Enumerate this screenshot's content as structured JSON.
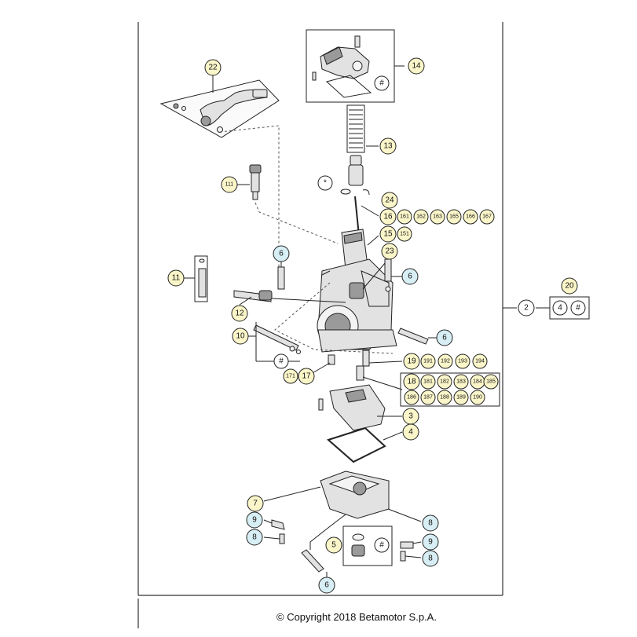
{
  "copyright": "© Copyright 2018 Betamotor S.p.A.",
  "symbols": {
    "asterisk": "*",
    "hash": "#"
  },
  "callouts": {
    "c22": "22",
    "c14": "14",
    "c13": "13",
    "c24": "24",
    "c111": "111",
    "c16": "16",
    "c161": "161",
    "c162": "162",
    "c163": "163",
    "c165": "165",
    "c166": "166",
    "c167": "167",
    "c15": "15",
    "c151": "151",
    "c23": "23",
    "c6a": "6",
    "c6b": "6",
    "c6c": "6",
    "c6d": "6",
    "c11": "11",
    "c12": "12",
    "c10": "10",
    "c20": "20",
    "c2": "2",
    "c4a": "4",
    "c4b": "4",
    "c171": "171",
    "c17": "17",
    "c19": "19",
    "c191": "191",
    "c192": "192",
    "c193": "193",
    "c194": "194",
    "c18": "18",
    "c181": "181",
    "c182": "182",
    "c183": "183",
    "c184": "184",
    "c185": "185",
    "c186": "186",
    "c187": "187",
    "c188": "188",
    "c189": "189",
    "c190": "190",
    "c3": "3",
    "c7": "7",
    "c9a": "9",
    "c9b": "9",
    "c8a": "8",
    "c8b": "8",
    "c8c": "8",
    "c5": "5"
  },
  "colors": {
    "yellow_callout": "#fbf6c9",
    "blue_callout": "#d7eef4"
  }
}
